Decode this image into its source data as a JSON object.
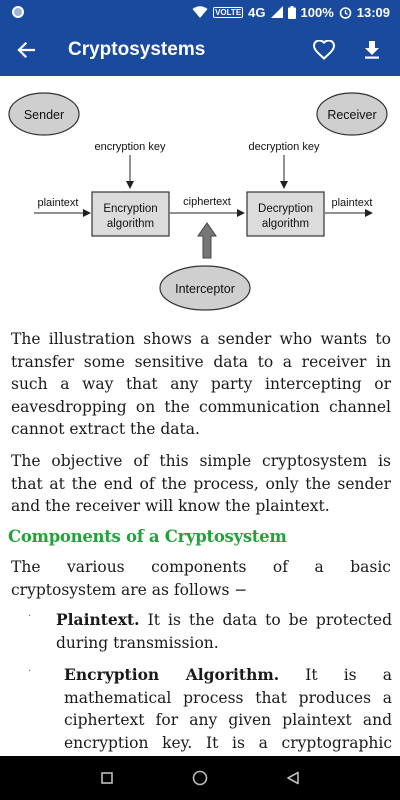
{
  "status_bar": {
    "network_label": "4G",
    "volte_label": "VOLTE",
    "battery": "100%",
    "time": "13:09"
  },
  "app_bar": {
    "title": "Cryptosystems"
  },
  "diagram": {
    "sender": "Sender",
    "receiver": "Receiver",
    "encryption_key": "encryption key",
    "decryption_key": "decryption key",
    "plaintext_in": "plaintext",
    "plaintext_out": "plaintext",
    "ciphertext": "ciphertext",
    "encryption_box_line1": "Encryption",
    "encryption_box_line2": "algorithm",
    "decryption_box_line1": "Decryption",
    "decryption_box_line2": "algorithm",
    "interceptor": "Interceptor"
  },
  "content": {
    "para1": "The illustration shows a sender who wants to transfer some sensitive data to a receiver in such a way that any party intercepting or eavesdropping on the communication channel cannot extract the data.",
    "para2": "The objective of this simple cryptosystem is that at the end of the process, only the sender and the receiver will know the plaintext.",
    "heading": "Components of a Cryptosystem",
    "para3": "The various components of a basic cryptosystem are as follows −",
    "bullets": [
      {
        "term": "Plaintext.",
        "text": " It is the data to be protected during transmission."
      },
      {
        "term": "Encryption Algorithm.",
        "text": " It is a mathematical process that produces a ciphertext for any given plaintext and encryption key. It is a cryptographic algorithm that takes plaintext"
      }
    ]
  },
  "icons": {
    "back": "arrow-back-icon",
    "favorite": "heart-outline-icon",
    "download": "download-icon"
  },
  "colors": {
    "app_bar": "#1a4a9e",
    "heading": "#22a33a"
  }
}
